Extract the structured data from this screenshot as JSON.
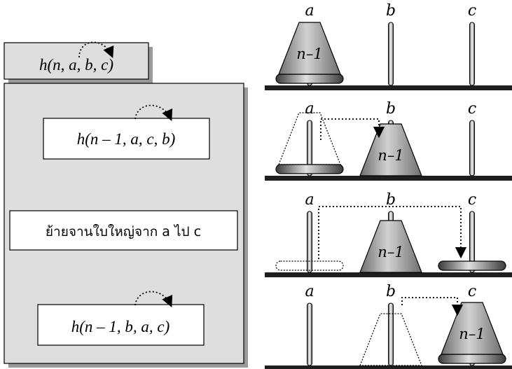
{
  "recursion_diagram": {
    "call_label": "h(n, a, b, c)",
    "steps": [
      {
        "label": "h(n – 1, a, c, b)"
      },
      {
        "label": "ย้ายจานใบใหญ่จาก a ไป c"
      },
      {
        "label": "h(n – 1, b, a, c)"
      }
    ]
  },
  "towers": {
    "peg_labels": [
      "a",
      "b",
      "c"
    ],
    "stack_label": "n–1",
    "panels": [
      {
        "stack_on": "a",
        "ghost_stack_on": null,
        "big_disk_on": "a",
        "ghost_big_disk_on": null,
        "move_arrow": null
      },
      {
        "stack_on": "b",
        "ghost_stack_on": "a",
        "big_disk_on": "a",
        "ghost_big_disk_on": null,
        "move_arrow": "a-to-b"
      },
      {
        "stack_on": "b",
        "ghost_stack_on": null,
        "big_disk_on": "c",
        "ghost_big_disk_on": "a",
        "move_arrow": "a-to-c"
      },
      {
        "stack_on": "c",
        "ghost_stack_on": "b",
        "big_disk_on": "c",
        "ghost_big_disk_on": null,
        "move_arrow": "b-to-c"
      }
    ]
  },
  "colors": {
    "panel_fill": "#dedede",
    "shadow": "#9a9a9a",
    "base": "#1e1e1e",
    "stack_light": "#d0d0d0",
    "stack_dark": "#707070",
    "disk_light": "#e0e0e0",
    "disk_dark": "#3a3a3a"
  }
}
